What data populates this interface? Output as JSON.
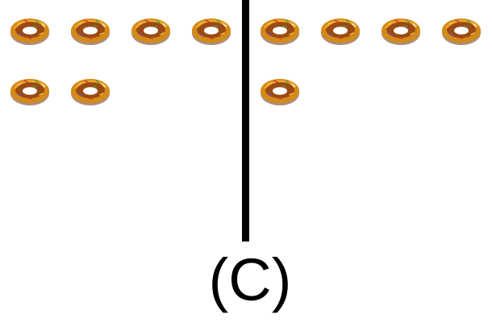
{
  "figure": {
    "label": "(C)",
    "left_group": {
      "item": "donut-icon",
      "count": 6
    },
    "right_group": {
      "item": "donut-icon",
      "count": 5
    },
    "colors": {
      "divider": "#000000",
      "donut_outer": "#d48a17",
      "donut_inner": "#9a4a14",
      "donut_highlight": "#f4b22f",
      "donut_shadow": "#6a2f0c"
    }
  }
}
